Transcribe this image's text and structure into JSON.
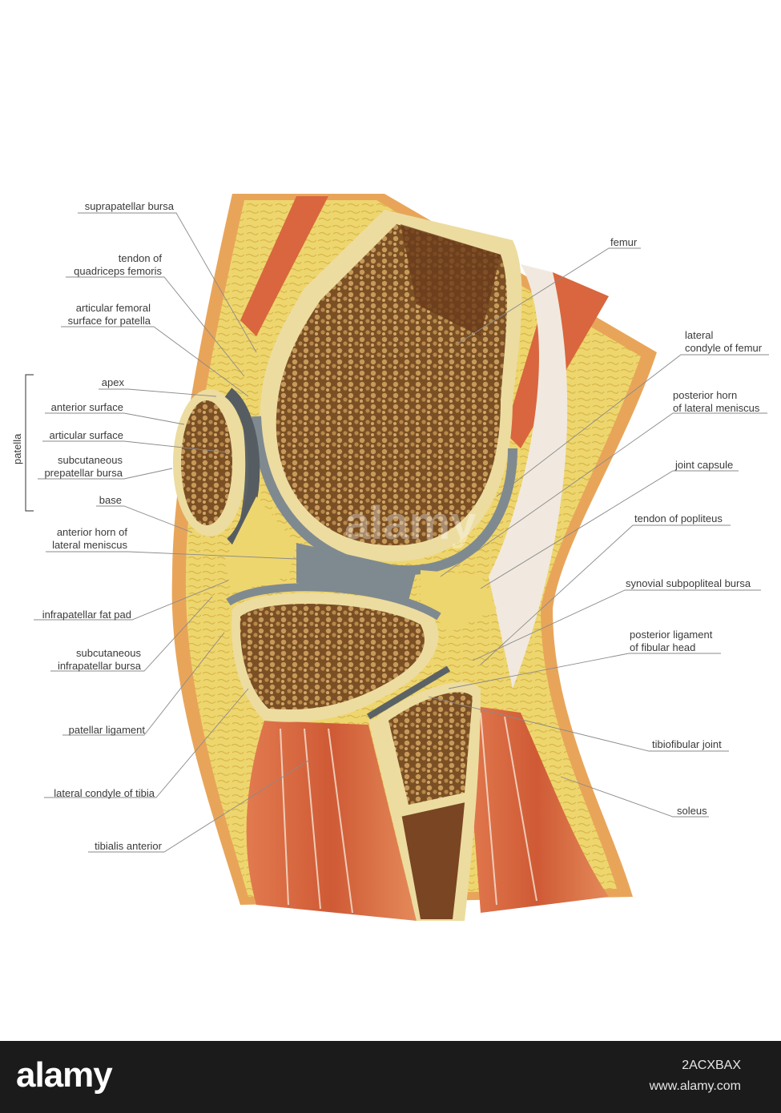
{
  "labels_left": [
    {
      "id": "suprapatellar-bursa",
      "text": "suprapatellar bursa"
    },
    {
      "id": "tendon-quadriceps",
      "text": "tendon of\nquadriceps femoris"
    },
    {
      "id": "articular-femoral-surface",
      "text": "articular femoral\nsurface for patella"
    },
    {
      "id": "apex",
      "text": "apex"
    },
    {
      "id": "anterior-surface",
      "text": "anterior surface"
    },
    {
      "id": "articular-surface",
      "text": "articular surface"
    },
    {
      "id": "subcutaneous-prepatellar-bursa",
      "text": "subcutaneous\nprepatellar bursa"
    },
    {
      "id": "base",
      "text": "base"
    },
    {
      "id": "anterior-horn",
      "text": "anterior horn of\nlateral meniscus"
    },
    {
      "id": "infrapatellar-fat-pad",
      "text": "infrapatellar fat pad"
    },
    {
      "id": "subcutaneous-infrapatellar-bursa",
      "text": "subcutaneous\ninfrapatellar bursa"
    },
    {
      "id": "patellar-ligament",
      "text": "patellar ligament"
    },
    {
      "id": "lateral-condyle-tibia",
      "text": "lateral condyle of tibia"
    },
    {
      "id": "tibialis-anterior",
      "text": "tibialis anterior"
    }
  ],
  "labels_right": [
    {
      "id": "femur",
      "text": "femur"
    },
    {
      "id": "lateral-condyle-femur",
      "text": "lateral\ncondyle of femur"
    },
    {
      "id": "posterior-horn",
      "text": "posterior horn\nof lateral meniscus"
    },
    {
      "id": "joint-capsule",
      "text": "joint capsule"
    },
    {
      "id": "tendon-popliteus",
      "text": "tendon of popliteus"
    },
    {
      "id": "synovial-subpopliteal-bursa",
      "text": "synovial subpopliteal bursa"
    },
    {
      "id": "posterior-ligament-fibular-head",
      "text": "posterior ligament\nof fibular head"
    },
    {
      "id": "tibiofibular-joint",
      "text": "tibiofibular joint"
    },
    {
      "id": "soleus",
      "text": "soleus"
    }
  ],
  "group_label": "patella",
  "footer": {
    "logo": "alamy",
    "image_id": "2ACXBAX",
    "site": "www.alamy.com"
  },
  "watermark": "alamy",
  "colors": {
    "fat": "#ecd36a",
    "skin": "#e9a85a",
    "muscle": "#d9663e",
    "bone_cortex": "#ecdca0",
    "spongy_bone": "#a87a3e",
    "cartilage": "#7f8a90",
    "footer_bg": "#1b1b1b"
  }
}
